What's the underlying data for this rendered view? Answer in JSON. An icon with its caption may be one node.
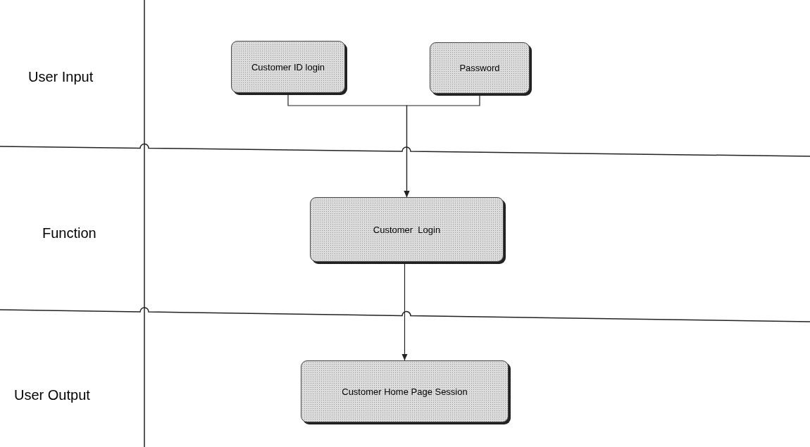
{
  "diagram": {
    "nodes": [
      {
        "text": [
          "Customer ID login"
        ]
      },
      {
        "text": [
          "Password"
        ]
      },
      {
        "text": [
          "Customer  Login"
        ]
      },
      {
        "text": [
          "Customer Home Page Session"
        ]
      }
    ],
    "edges": [
      {
        "from": 0,
        "to": 2,
        "arrow": "to"
      },
      {
        "from": 1,
        "to": 2,
        "arrow": "to"
      },
      {
        "from": 2,
        "to": 3,
        "arrow": "to"
      }
    ],
    "labels": [
      "User Input",
      "Function",
      "User Output"
    ]
  }
}
